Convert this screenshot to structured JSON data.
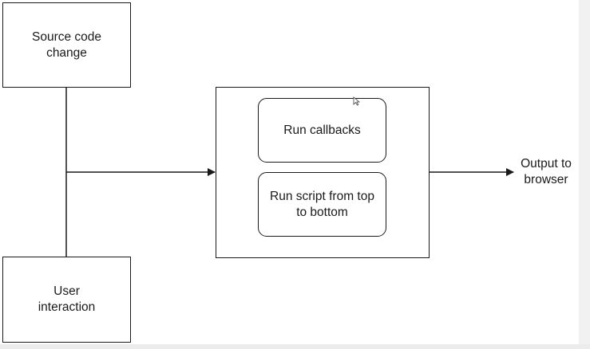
{
  "diagram": {
    "nodes": {
      "source_code_change": "Source code\nchange",
      "user_interaction": "User\ninteraction",
      "run_callbacks": "Run callbacks",
      "run_script": "Run script from top\nto bottom",
      "output_to_browser": "Output to\nbrowser"
    },
    "edges": [
      {
        "from": "source_code_change",
        "to": "rerun_container"
      },
      {
        "from": "user_interaction",
        "to": "rerun_container"
      },
      {
        "from": "rerun_container",
        "to": "output_to_browser"
      }
    ],
    "colors": {
      "stroke": "#1a1a1a",
      "background": "#ffffff"
    }
  }
}
